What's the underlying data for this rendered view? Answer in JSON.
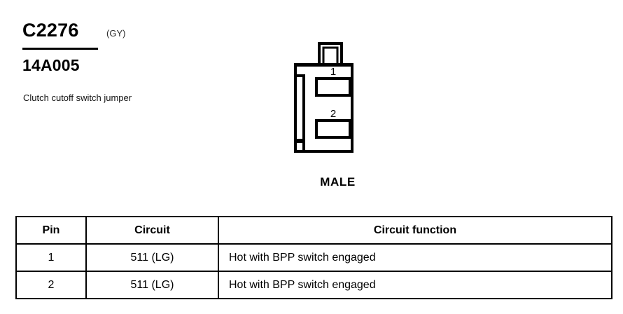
{
  "header": {
    "connector_id": "C2276",
    "connector_color": "(GY)",
    "part_number": "14A005",
    "description": "Clutch cutoff switch jumper"
  },
  "figure": {
    "view_label": "MALE",
    "pin_labels": [
      "1",
      "2"
    ]
  },
  "table": {
    "columns": [
      "Pin",
      "Circuit",
      "Circuit function"
    ],
    "rows": [
      {
        "pin": "1",
        "circuit": "511 (LG)",
        "function": "Hot with BPP switch engaged"
      },
      {
        "pin": "2",
        "circuit": "511 (LG)",
        "function": "Hot with BPP switch engaged"
      }
    ]
  },
  "colors": {
    "ink": "#000000",
    "paper": "#ffffff"
  }
}
